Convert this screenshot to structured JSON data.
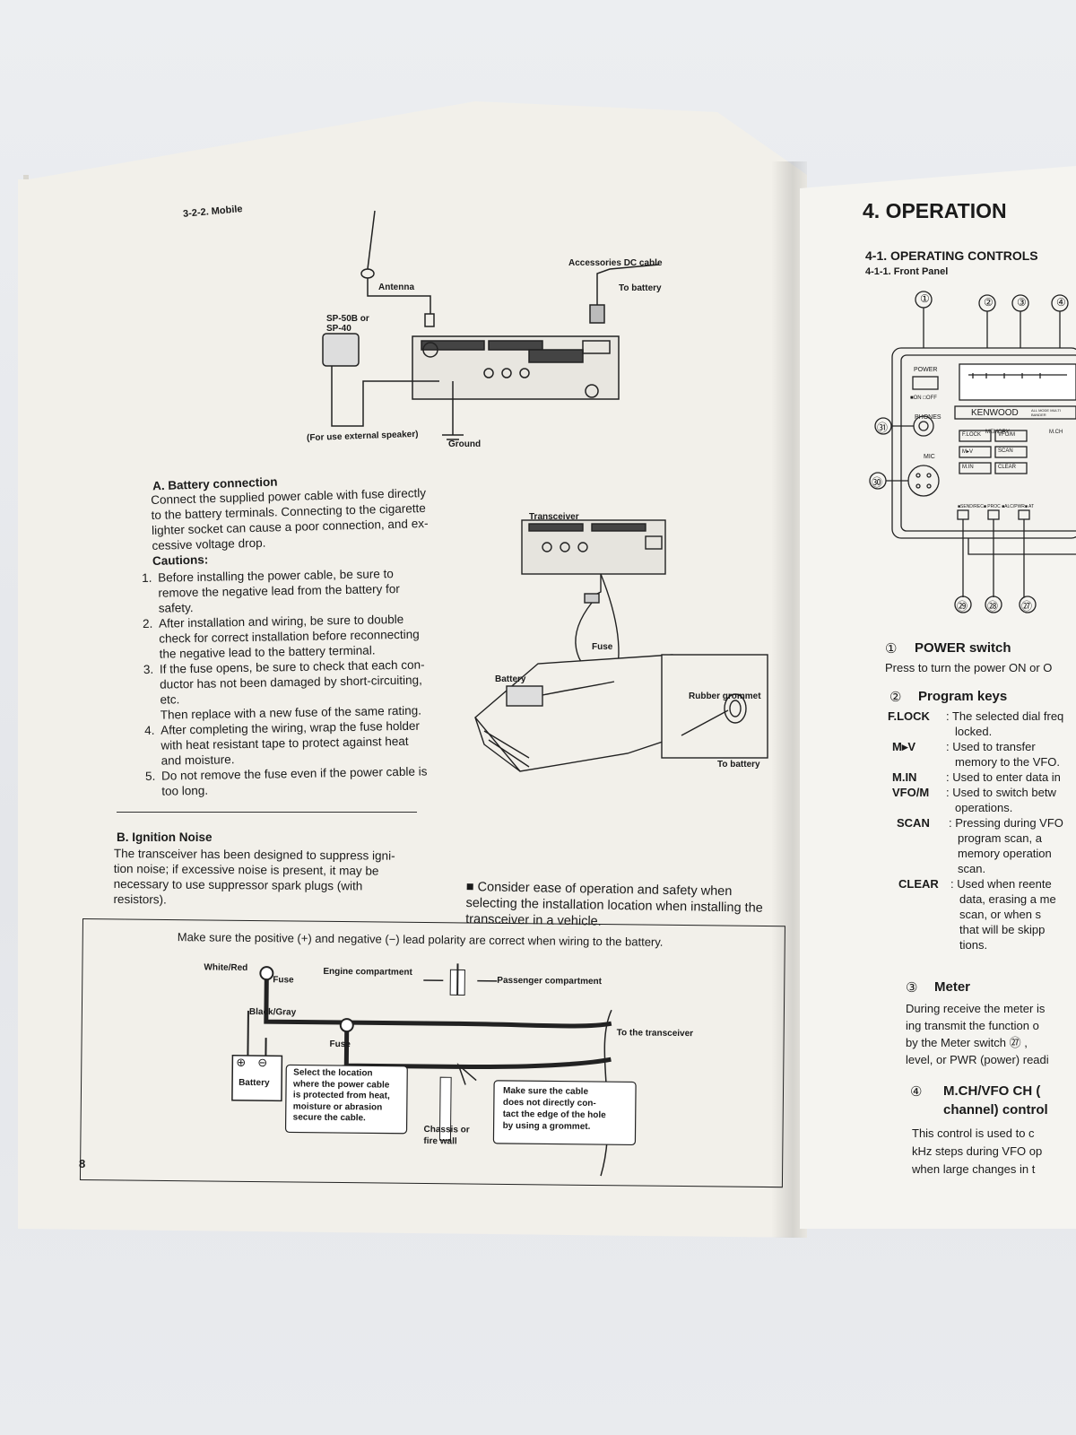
{
  "left_page": {
    "section_heading": "3-2-2. Mobile",
    "diagram1": {
      "antenna": "Antenna",
      "accessories_dc_cable": "Accessories DC cable",
      "to_battery": "To battery",
      "speaker_model_1": "SP-50B or",
      "speaker_model_2": "SP-40",
      "external_speaker": "(For use external speaker)",
      "ground": "Ground"
    },
    "battery": {
      "heading": "A. Battery connection",
      "lines": [
        "Connect the supplied power cable with fuse directly",
        "to the battery terminals. Connecting to the cigarette",
        "lighter socket can cause a poor connection, and ex-",
        "cessive voltage drop."
      ],
      "cautions_label": "Cautions:",
      "cautions": [
        {
          "num": "1.",
          "lines": [
            "Before installing the power cable, be sure to",
            "remove the negative lead from the battery for",
            "safety."
          ]
        },
        {
          "num": "2.",
          "lines": [
            "After installation and wiring, be sure to double",
            "check for correct installation before reconnecting",
            "the negative lead to the battery terminal."
          ]
        },
        {
          "num": "3.",
          "lines": [
            "If the fuse opens, be sure to check that each con-",
            "ductor has not been damaged by short-circuiting,",
            "etc.",
            "Then replace with a new fuse of the same rating."
          ]
        },
        {
          "num": "4.",
          "lines": [
            "After completing the wiring, wrap the fuse holder",
            "with heat resistant tape to protect against heat",
            "and moisture."
          ]
        },
        {
          "num": "5.",
          "lines": [
            "Do not remove the fuse even if the power cable is",
            "too long."
          ]
        }
      ]
    },
    "diagram2": {
      "transceiver": "Transceiver",
      "fuse": "Fuse",
      "battery": "Battery",
      "rubber_grommet": "Rubber grommet",
      "to_battery": "To battery"
    },
    "ignition": {
      "heading": "B. Ignition Noise",
      "lines": [
        "The transceiver has been designed to suppress igni-",
        "tion noise; if excessive noise is present, it may be",
        "necessary to use suppressor spark plugs (with",
        "resistors)."
      ]
    },
    "consider": {
      "lines": [
        "■ Consider ease of operation and safety when",
        "selecting the installation location when installing the",
        "transceiver in a vehicle."
      ]
    },
    "wiring_box": {
      "title": "Make sure the positive (+) and negative (−) lead polarity are correct when wiring to the battery.",
      "white_red": "White/Red",
      "fuse_top": "Fuse",
      "engine": "Engine compartment",
      "passenger": "Passenger compartment",
      "black_gray": "Black/Gray",
      "fuse_mid": "Fuse",
      "to_transceiver": "To the transceiver",
      "battery": "Battery",
      "plus": "⊕",
      "minus": "⊖",
      "select_note": [
        "Select the location",
        "where the power cable",
        "is protected from heat,",
        "moisture or abrasion",
        "secure the cable."
      ],
      "chassis": [
        "Chassis or",
        "fire wall"
      ],
      "grommet_note": [
        "Make sure the cable",
        "does not directly con-",
        "tact the edge of the hole",
        "by using a grommet."
      ]
    },
    "page_number": "8"
  },
  "right_page": {
    "chapter": "4. OPERATION",
    "section": "4-1. OPERATING CONTROLS",
    "subsection": "4-1-1. Front Panel",
    "callouts_top": [
      "①",
      "②",
      "③",
      "④"
    ],
    "callouts_left": [
      "㉛",
      "㉚"
    ],
    "callouts_bottom": [
      "㉙",
      "㉘",
      "㉗"
    ],
    "panel": {
      "power": "POWER",
      "on_off": "■ON □OFF",
      "phones": "PHONES",
      "mic": "MIC",
      "brand": "KENWOOD",
      "all_mode": "ALL MODE MULTI BANDER",
      "memory": "MEMORY",
      "mch": "M.CH",
      "keys": [
        "F.LOCK",
        "VFO/M",
        "M▸V",
        "SCAN",
        "M.IN",
        "CLEAR"
      ],
      "bottom_labels": "■SEND/REC■ PROC ■ALC/PWR■ AT"
    },
    "power_switch": {
      "num": "①",
      "title": "POWER switch",
      "text": "Press to turn the power ON or O"
    },
    "program_keys": {
      "num": "②",
      "title": "Program keys",
      "items": [
        {
          "key": "F.LOCK",
          "lines": [
            ": The selected dial freq",
            "locked."
          ]
        },
        {
          "key": "M▸V",
          "lines": [
            ": Used to transfer",
            "memory to the VFO."
          ]
        },
        {
          "key": "M.IN",
          "lines": [
            ": Used to enter data in"
          ]
        },
        {
          "key": "VFO/M",
          "lines": [
            ": Used to switch betw",
            "operations."
          ]
        },
        {
          "key": "SCAN",
          "lines": [
            ": Pressing during VFO",
            "program scan, a",
            "memory operation",
            "scan."
          ]
        },
        {
          "key": "CLEAR",
          "lines": [
            ": Used when reente",
            "data, erasing a me",
            "scan, or when s",
            "that will be skipp",
            "tions."
          ]
        }
      ]
    },
    "meter": {
      "num": "③",
      "title": "Meter",
      "lines": [
        "During receive the meter is",
        "ing transmit the function o",
        "by the Meter switch ㉗ ,",
        "level, or PWR (power) readi"
      ]
    },
    "mch_vfo": {
      "num": "④",
      "title1": "M.CH/VFO CH (",
      "title2": "channel) control",
      "lines": [
        "This control is used to c",
        "kHz steps during VFO op",
        "when large changes in t"
      ]
    }
  }
}
